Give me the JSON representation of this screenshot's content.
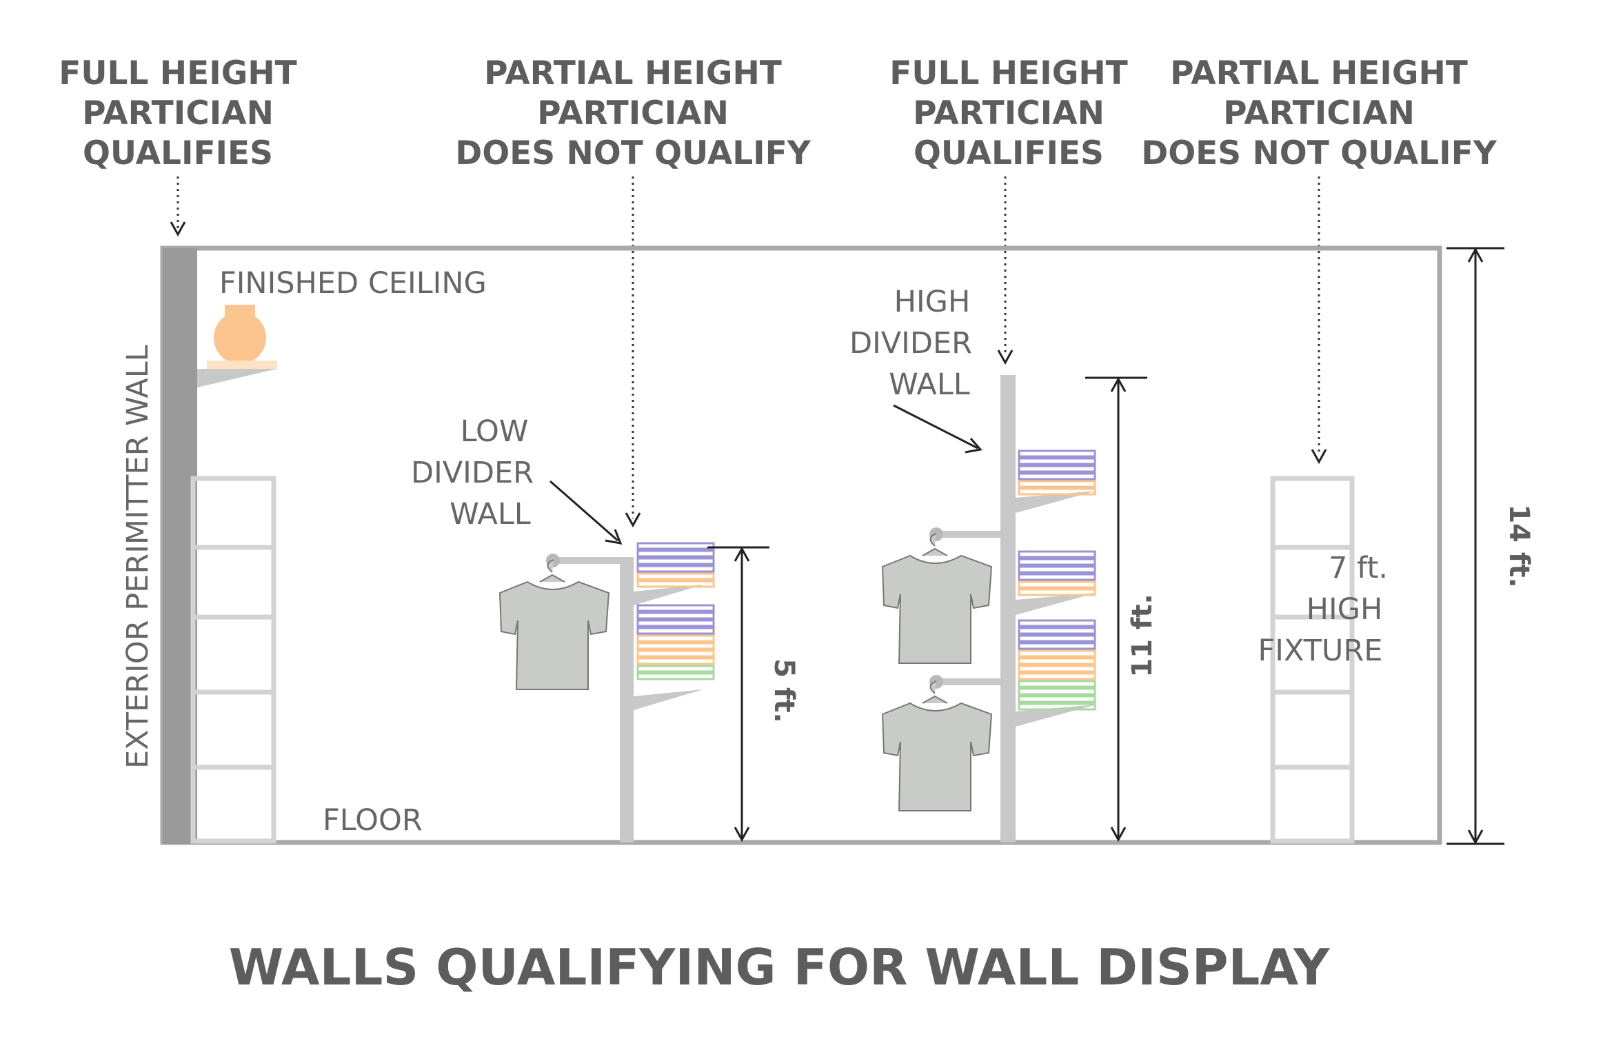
{
  "title": "WALLS QUALIFYING FOR WALL DISPLAY",
  "headers": [
    {
      "lines": [
        "FULL HEIGHT",
        "PARTICIAN",
        "QUALIFIES"
      ]
    },
    {
      "lines": [
        "PARTIAL HEIGHT",
        "PARTICIAN",
        "DOES NOT QUALIFY"
      ]
    },
    {
      "lines": [
        "FULL HEIGHT",
        "PARTICIAN",
        "QUALIFIES"
      ]
    },
    {
      "lines": [
        "PARTIAL HEIGHT",
        "PARTICIAN",
        "DOES NOT QUALIFY"
      ]
    }
  ],
  "labels": {
    "finished_ceiling": "FINISHED CEILING",
    "floor": "FLOOR",
    "exterior_wall": "EXTERIOR PERIMITTER WALL",
    "low_divider": [
      "LOW",
      "DIVIDER",
      "WALL"
    ],
    "high_divider": [
      "HIGH",
      "DIVIDER",
      "WALL"
    ],
    "fixture": [
      "7 ft.",
      "HIGH",
      "FIXTURE"
    ]
  },
  "dimensions": {
    "low_wall": "5 ft.",
    "high_wall": "11 ft.",
    "ceiling": "14 ft."
  },
  "colors": {
    "text": "#5d5d5d",
    "room_outline": "#a9a9a9",
    "exterior_wall": "#9a9a9a",
    "divider": "#c8c8c8",
    "vase": "#fcc48f",
    "shirt": "#c8cbc8",
    "fold_purple": "#9b93d6",
    "fold_orange": "#fbc58c",
    "fold_green": "#a8d9a0"
  }
}
